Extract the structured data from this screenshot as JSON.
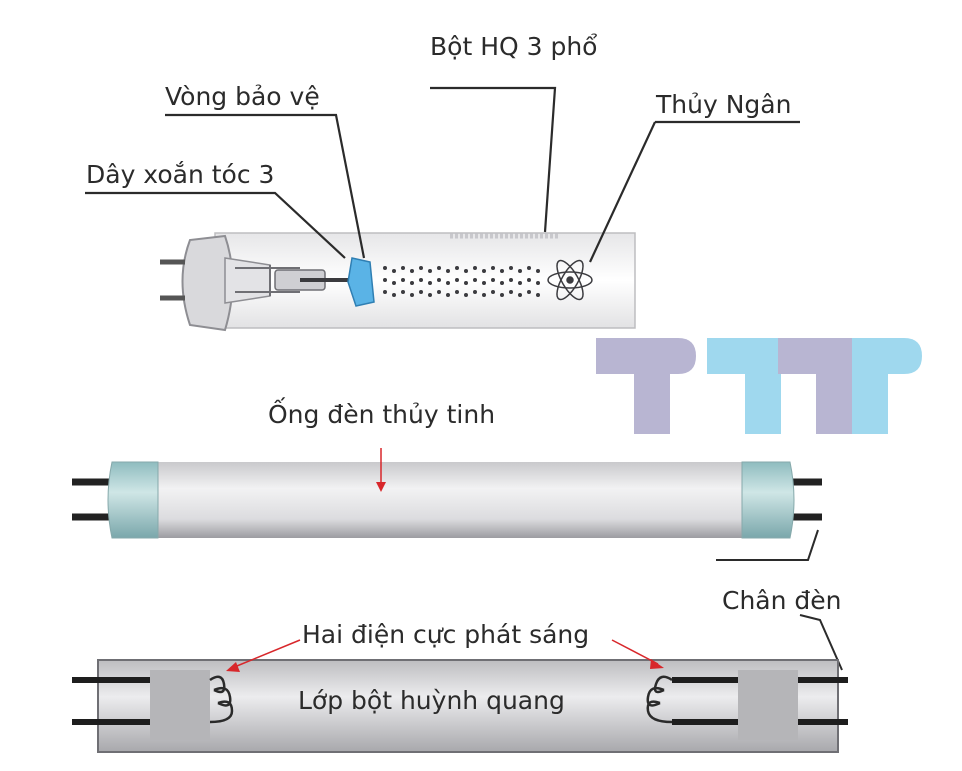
{
  "labels": {
    "phosphor": "Bột HQ 3 phổ",
    "guard_ring": "Vòng bảo vệ",
    "mercury": "Thủy Ngân",
    "filament": "Dây xoắn tóc 3",
    "glass_tube": "Ống đèn thủy tinh",
    "lamp_pins": "Chân đèn",
    "electrodes": "Hai điện cực phát sáng",
    "phosphor_layer": "Lớp bột huỳnh quang"
  },
  "logo": {
    "letters": "TTTT",
    "colors": [
      "#b8b5d2",
      "#9fd8ee",
      "#b8b5d2",
      "#9fd8ee"
    ]
  },
  "colors": {
    "ink": "#2b2b2b",
    "tube_end_cap": "#a9cfd0",
    "guard_ring": "#5ab3e6",
    "arrow_red": "#d8272b"
  }
}
